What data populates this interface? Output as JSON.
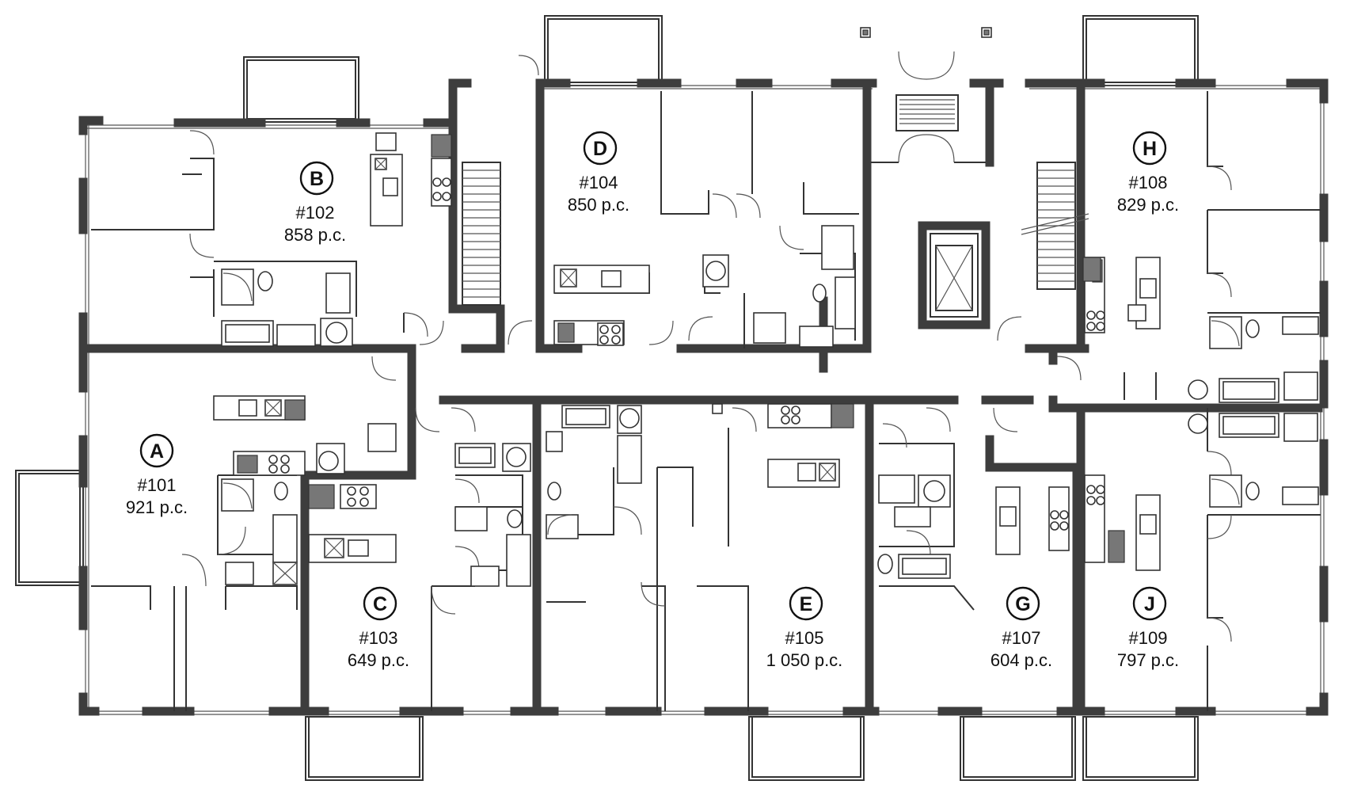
{
  "units": [
    {
      "letter": "A",
      "number": "#101",
      "area": "921 p.c."
    },
    {
      "letter": "B",
      "number": "#102",
      "area": "858 p.c."
    },
    {
      "letter": "C",
      "number": "#103",
      "area": "649 p.c."
    },
    {
      "letter": "D",
      "number": "#104",
      "area": "850 p.c."
    },
    {
      "letter": "E",
      "number": "#105",
      "area": "1 050 p.c."
    },
    {
      "letter": "G",
      "number": "#107",
      "area": "604 p.c."
    },
    {
      "letter": "H",
      "number": "#108",
      "area": "829 p.c."
    },
    {
      "letter": "J",
      "number": "#109",
      "area": "797 p.c."
    }
  ]
}
